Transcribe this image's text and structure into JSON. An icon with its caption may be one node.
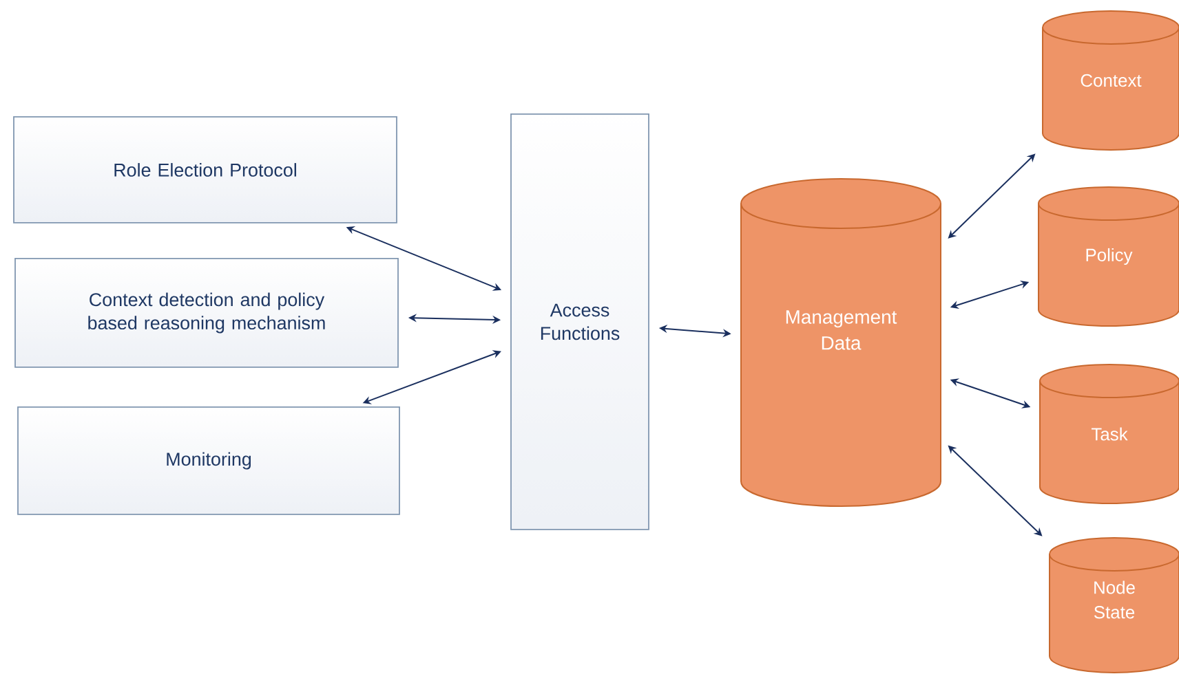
{
  "diagram": {
    "nodes": [
      {
        "text": [
          "Role Election Protocol"
        ]
      },
      {
        "text": [
          "Context detection and policy based reasoning mechanism"
        ]
      },
      {
        "text": [
          "Monitoring"
        ]
      },
      {
        "text": [
          "Access Functions"
        ]
      },
      {
        "text": [
          "Management Data"
        ]
      },
      {
        "text": [
          "Context"
        ]
      },
      {
        "text": [
          "Policy"
        ]
      },
      {
        "text": [
          "Task"
        ]
      },
      {
        "text": [
          "Node State"
        ]
      }
    ],
    "edges": [
      {
        "from": 0,
        "to": 3,
        "arrow": "both"
      },
      {
        "from": 1,
        "to": 3,
        "arrow": "both"
      },
      {
        "from": 2,
        "to": 3,
        "arrow": "both"
      },
      {
        "from": 3,
        "to": 4,
        "arrow": "both"
      },
      {
        "from": 4,
        "to": 5,
        "arrow": "both"
      },
      {
        "from": 4,
        "to": 6,
        "arrow": "both"
      },
      {
        "from": 4,
        "to": 7,
        "arrow": "both"
      },
      {
        "from": 4,
        "to": 8,
        "arrow": "both"
      }
    ]
  }
}
